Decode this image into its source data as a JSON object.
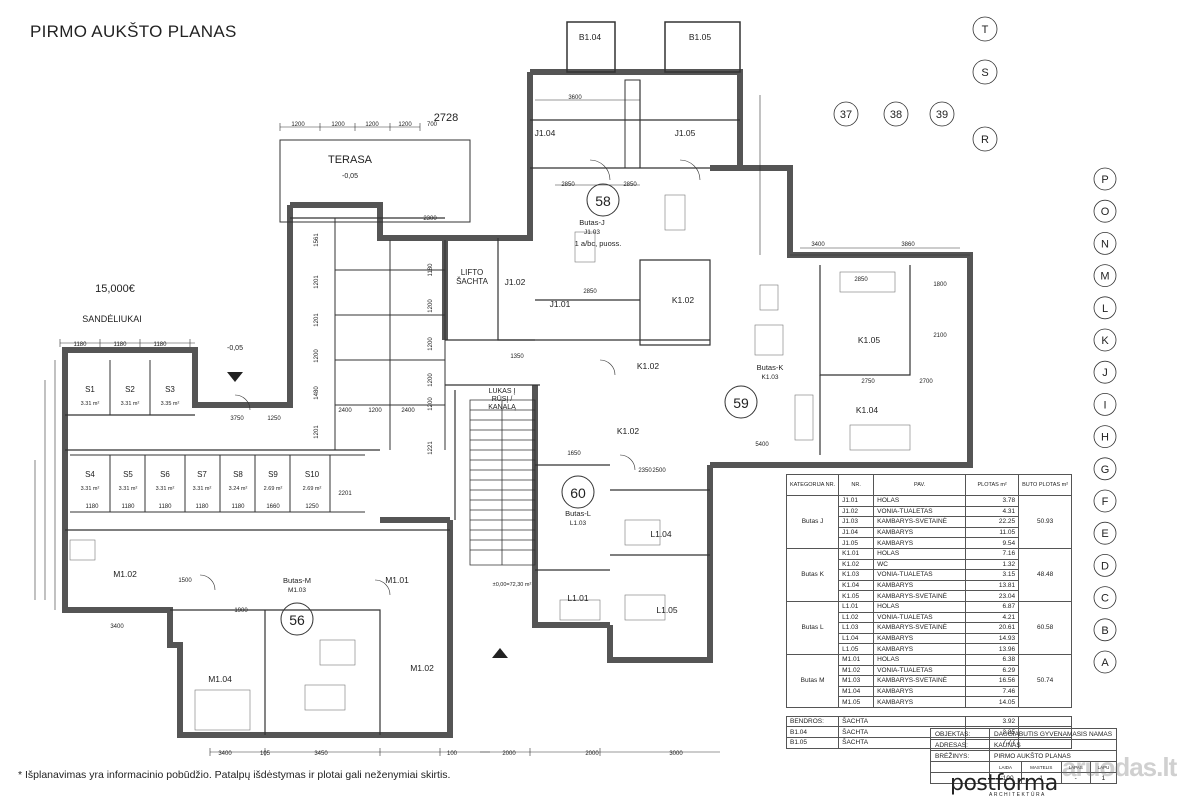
{
  "title": "PIRMO AUKŠTO PLANAS",
  "price": "15,000€",
  "storage_label": "SANDĖLIUKAI",
  "footnote": "* Išplanavimas yra informacinio pobūdžio. Patalpų išdėstymas ir plotai gali neženymiai skirtis.",
  "terrace": {
    "label": "TERASA",
    "level": "-0,05"
  },
  "lift": "LIFTO\nŠACHTA",
  "stair_note": "LUKAS Į\nRŪSĮ /\nKANALĄ",
  "level_mark": "±0,00=72,30 m²",
  "neg_level": "-0,05",
  "big_dim": "2728",
  "grid_letters": [
    "P",
    "O",
    "N",
    "M",
    "L",
    "K",
    "J",
    "I",
    "H",
    "G",
    "F",
    "E",
    "D",
    "C",
    "B",
    "A"
  ],
  "grid_top": [
    "T",
    "S",
    "R"
  ],
  "grid_numbers": [
    "37",
    "38",
    "39"
  ],
  "apartments": [
    {
      "num": "58",
      "name": "Butas-J",
      "room": "J1.03",
      "sub": "1 a/bc, puoss."
    },
    {
      "num": "59",
      "name": "Butas-K",
      "room": "K1.03"
    },
    {
      "num": "60",
      "name": "Butas-L",
      "room": "L1.03"
    },
    {
      "num": "56",
      "name": "Butas-M",
      "room": "M1.03"
    }
  ],
  "rooms": [
    "B1.04",
    "B1.05",
    "J1.04",
    "J1.05",
    "J1.02",
    "J1.01",
    "K1.02",
    "K1.02",
    "K1.02",
    "K1.05",
    "K1.04",
    "L1.04",
    "L1.05",
    "L1.01",
    "M1.01",
    "M1.02",
    "M1.02",
    "M1.04"
  ],
  "storage_units": [
    {
      "id": "S1",
      "area": "3.31 m²"
    },
    {
      "id": "S2",
      "area": "3.31 m²"
    },
    {
      "id": "S3",
      "area": "3.35 m²"
    },
    {
      "id": "S4",
      "area": "3.31 m²"
    },
    {
      "id": "S5",
      "area": "3.31 m²"
    },
    {
      "id": "S6",
      "area": "3.31 m²"
    },
    {
      "id": "S7",
      "area": "3.31 m²"
    },
    {
      "id": "S8",
      "area": "3.24 m²"
    },
    {
      "id": "S9",
      "area": "2.69 m²"
    },
    {
      "id": "S10",
      "area": "2.69 m²"
    }
  ],
  "dims_top": [
    "1200",
    "1200",
    "1200",
    "1200",
    "700"
  ],
  "dims_left": [
    "1180",
    "1180",
    "1180"
  ],
  "dims_storage_bottom": [
    "1180",
    "1180",
    "1180",
    "1180",
    "1180",
    "1660",
    "1250"
  ],
  "dims_parking": [
    "1561",
    "1201",
    "1201",
    "1200",
    "1480",
    "1201",
    "1180",
    "1200",
    "1200",
    "1200",
    "1200",
    "1221"
  ],
  "dims_misc": [
    "3600",
    "2850",
    "2850",
    "2300",
    "2850",
    "1350",
    "3400",
    "3860",
    "2850",
    "2750",
    "2700",
    "5400",
    "1650",
    "1900",
    "3400",
    "3400",
    "3450",
    "2000",
    "2000",
    "3000",
    "2201",
    "2400",
    "1200",
    "2400",
    "3750",
    "1250",
    "2350",
    "2500",
    "2100",
    "1800",
    "1500",
    "105",
    "100"
  ],
  "area_table": {
    "headers": [
      "KATEGORIJA NR.",
      "NR.",
      "PAV.",
      "PLOTAS m²",
      "BUTO PLOTAS m²"
    ],
    "groups": [
      {
        "name": "Butas J",
        "total": "50.93",
        "rows": [
          [
            "J1.01",
            "HOLAS",
            "3.78"
          ],
          [
            "J1.02",
            "VONIA-TUALETAS",
            "4.31"
          ],
          [
            "J1.03",
            "KAMBARYS-SVETAINĖ",
            "22.25"
          ],
          [
            "J1.04",
            "KAMBARYS",
            "11.05"
          ],
          [
            "J1.05",
            "KAMBARYS",
            "9.54"
          ]
        ]
      },
      {
        "name": "Butas K",
        "total": "48.48",
        "rows": [
          [
            "K1.01",
            "HOLAS",
            "7.16"
          ],
          [
            "K1.02",
            "WC",
            "1.32"
          ],
          [
            "K1.03",
            "VONIA-TUALETAS",
            "3.15"
          ],
          [
            "K1.04",
            "KAMBARYS",
            "13.81"
          ],
          [
            "K1.05",
            "KAMBARYS-SVETAINĖ",
            "23.04"
          ]
        ]
      },
      {
        "name": "Butas L",
        "total": "60.58",
        "rows": [
          [
            "L1.01",
            "HOLAS",
            "6.87"
          ],
          [
            "L1.02",
            "VONIA-TUALETAS",
            "4.21"
          ],
          [
            "L1.03",
            "KAMBARYS-SVETAINĖ",
            "20.61"
          ],
          [
            "L1.04",
            "KAMBARYS",
            "14.93"
          ],
          [
            "L1.05",
            "KAMBARYS",
            "13.96"
          ]
        ]
      },
      {
        "name": "Butas M",
        "total": "50.74",
        "rows": [
          [
            "M1.01",
            "HOLAS",
            "6.38"
          ],
          [
            "M1.02",
            "VONIA-TUALETAS",
            "6.29"
          ],
          [
            "M1.03",
            "KAMBARYS-SVETAINĖ",
            "16.56"
          ],
          [
            "M1.04",
            "KAMBARYS",
            "7.46"
          ],
          [
            "M1.05",
            "KAMBARYS",
            "14.05"
          ]
        ]
      }
    ],
    "common_label": "BENDROS:",
    "common": [
      [
        "",
        "ŠACHTA",
        "3.92"
      ],
      [
        "B1.04",
        "ŠACHTA",
        "3.85"
      ],
      [
        "B1.05",
        "ŠACHTA",
        "7.77"
      ]
    ]
  },
  "title_block": {
    "rows": [
      [
        "OBJEKTAS:",
        "DAUGIABUTIS GYVENAMASIS NAMAS"
      ],
      [
        "ADRESAS:",
        "KAUNAS"
      ],
      [
        "BRĖŽINYS:",
        "PIRMO AUKŠTO PLANAS"
      ]
    ],
    "head": [
      "LAIDA",
      "MASTELIS",
      "LAPAS",
      "LAPU"
    ],
    "vals": [
      "1:100",
      "1",
      "-",
      "1"
    ]
  },
  "logo": "postforma",
  "logo_sub": "ARCHITEKTŪRA",
  "watermark": "aruodas.lt"
}
